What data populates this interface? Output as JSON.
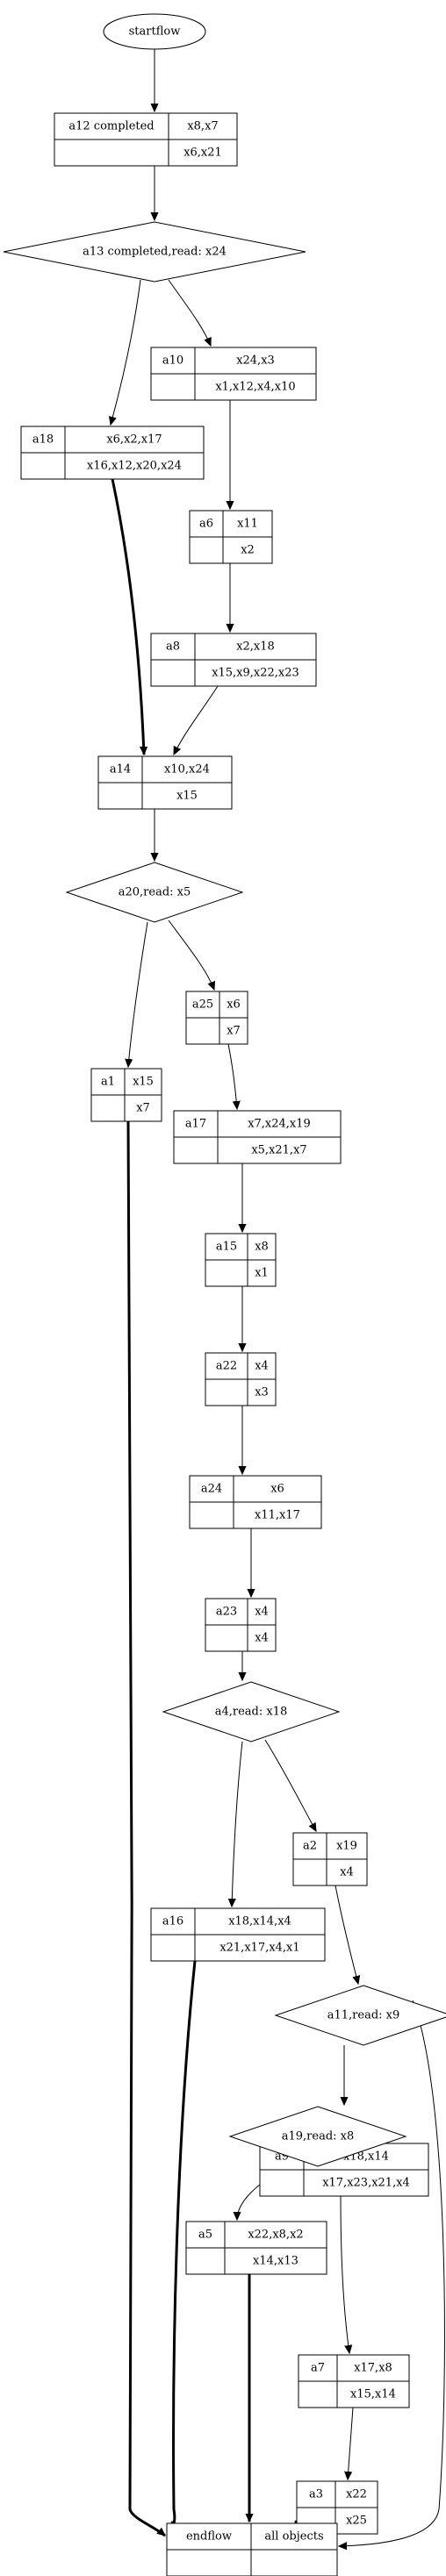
{
  "diagram": {
    "start": "startflow",
    "processes": [
      {
        "id": "a12",
        "label": "a12 completed",
        "top": "x8,x7",
        "bottom": "x6,x21"
      },
      {
        "id": "a10",
        "label": "a10",
        "top": "x24,x3",
        "bottom": "x1,x12,x4,x10"
      },
      {
        "id": "a18",
        "label": "a18",
        "top": "x6,x2,x17",
        "bottom": "x16,x12,x20,x24"
      },
      {
        "id": "a6",
        "label": "a6",
        "top": "x11",
        "bottom": "x2"
      },
      {
        "id": "a8",
        "label": "a8",
        "top": "x2,x18",
        "bottom": "x15,x9,x22,x23"
      },
      {
        "id": "a14",
        "label": "a14",
        "top": "x10,x24",
        "bottom": "x15"
      },
      {
        "id": "a25",
        "label": "a25",
        "top": "x6",
        "bottom": "x7"
      },
      {
        "id": "a1",
        "label": "a1",
        "top": "x15",
        "bottom": "x7"
      },
      {
        "id": "a17",
        "label": "a17",
        "top": "x7,x24,x19",
        "bottom": "x5,x21,x7"
      },
      {
        "id": "a15",
        "label": "a15",
        "top": "x8",
        "bottom": "x1"
      },
      {
        "id": "a22",
        "label": "a22",
        "top": "x4",
        "bottom": "x3"
      },
      {
        "id": "a24",
        "label": "a24",
        "top": "x6",
        "bottom": "x11,x17"
      },
      {
        "id": "a23",
        "label": "a23",
        "top": "x4",
        "bottom": "x4"
      },
      {
        "id": "a2",
        "label": "a2",
        "top": "x19",
        "bottom": "x4"
      },
      {
        "id": "a16",
        "label": "a16",
        "top": "x18,x14,x4",
        "bottom": "x21,x17,x4,x1"
      },
      {
        "id": "a9",
        "label": "a9",
        "top": "x18,x14",
        "bottom": "x17,x23,x21,x4"
      },
      {
        "id": "a5",
        "label": "a5",
        "top": "x22,x8,x2",
        "bottom": "x14,x13"
      },
      {
        "id": "a7",
        "label": "a7",
        "top": "x17,x8",
        "bottom": "x15,x14"
      },
      {
        "id": "a3",
        "label": "a3",
        "top": "x22",
        "bottom": "x25"
      }
    ],
    "decisions": [
      {
        "id": "d13",
        "label": "a13 completed,read: x24"
      },
      {
        "id": "d20",
        "label": "a20,read: x5"
      },
      {
        "id": "d4",
        "label": "a4,read: x18"
      },
      {
        "id": "d11",
        "label": "a11,read: x9"
      },
      {
        "id": "d19",
        "label": "a19,read: x8"
      }
    ],
    "end": {
      "left": "endflow",
      "right": "all objects"
    }
  }
}
